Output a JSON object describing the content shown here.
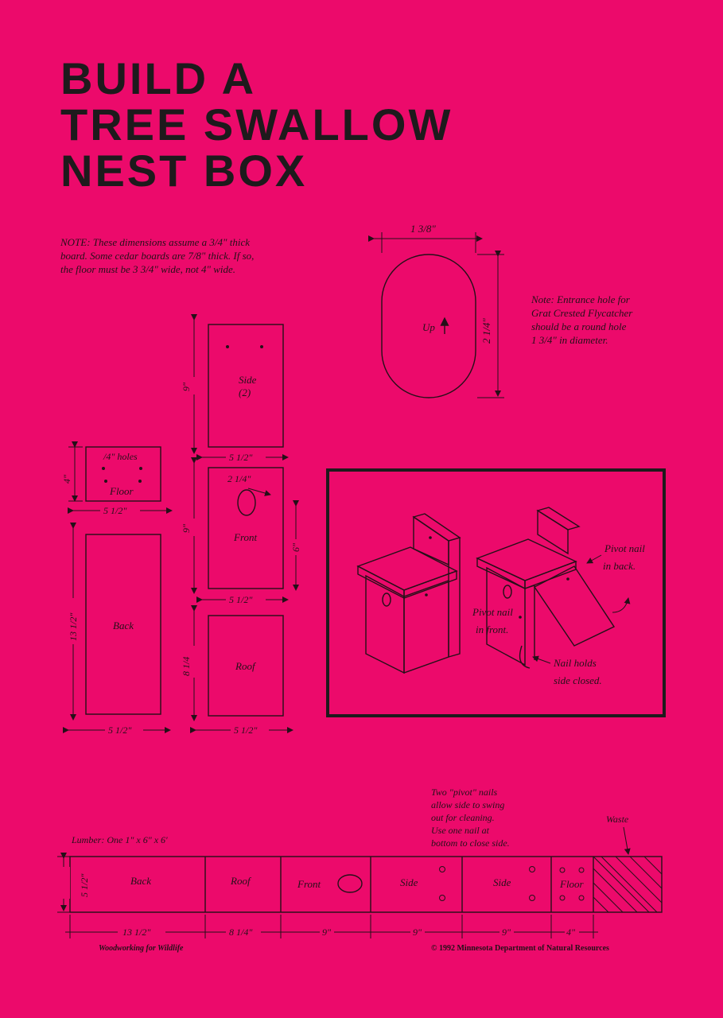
{
  "title": {
    "line1": "BUILD A",
    "line2": "TREE SWALLOW",
    "line3": "NEST BOX"
  },
  "note_thickness": {
    "line1": "NOTE: These dimensions assume a 3/4\" thick",
    "line2": "board. Some cedar boards are 7/8\" thick. If so,",
    "line3": "the floor must be 3 3/4\" wide, not 4\" wide."
  },
  "note_hole": {
    "line1": "Note: Entrance hole for",
    "line2": "Grat Crested Flycatcher",
    "line3": "should be a round hole",
    "line4": "1 3/4\" in diameter."
  },
  "hole": {
    "width_label": "1 3/8\"",
    "height_label": "2 1/4\"",
    "up_label": "Up"
  },
  "pieces": {
    "floor": {
      "name": "Floor",
      "holes_label": "/4\" holes",
      "height": "4\"",
      "width": "5 1/2\""
    },
    "back": {
      "name": "Back",
      "height": "13 1/2\"",
      "width": "5 1/2\""
    },
    "side": {
      "name": "Side",
      "count": "(2)",
      "height": "9\"",
      "width": "5 1/2\""
    },
    "front": {
      "name": "Front",
      "hole_label": "2 1/4\"",
      "height": "9\"",
      "side_dim": "6\"",
      "width": "5 1/2\""
    },
    "roof": {
      "name": "Roof",
      "height": "8 1/4",
      "width": "5 1/2\""
    }
  },
  "assembly": {
    "pivot_back": {
      "line1": "Pivot nail",
      "line2": "in back."
    },
    "pivot_front": {
      "line1": "Pivot nail",
      "line2": "in front."
    },
    "nail_holds": {
      "line1": "Nail holds",
      "line2": "side closed."
    }
  },
  "lumber": {
    "label": "Lumber: One 1\" x 6\" x 6'",
    "pivot_note": {
      "line1": "Two \"pivot\" nails",
      "line2": "allow side to swing",
      "line3": "out for cleaning.",
      "line4": "Use one nail at",
      "line5": "bottom to close side."
    },
    "waste": "Waste",
    "board_width": "5 1/2\"",
    "segments": [
      {
        "name": "Back",
        "length": "13 1/2\""
      },
      {
        "name": "Roof",
        "length": "8 1/4\""
      },
      {
        "name": "Front",
        "length": "9\""
      },
      {
        "name": "Side",
        "length": "9\""
      },
      {
        "name": "Side",
        "length": "9\""
      },
      {
        "name": "Floor",
        "length": "4\""
      }
    ]
  },
  "footer": {
    "left": "Woodworking for Wildlife",
    "right": "© 1992 Minnesota Department of Natural Resources"
  },
  "colors": {
    "background": "#ec0a6b",
    "ink": "#241018"
  }
}
